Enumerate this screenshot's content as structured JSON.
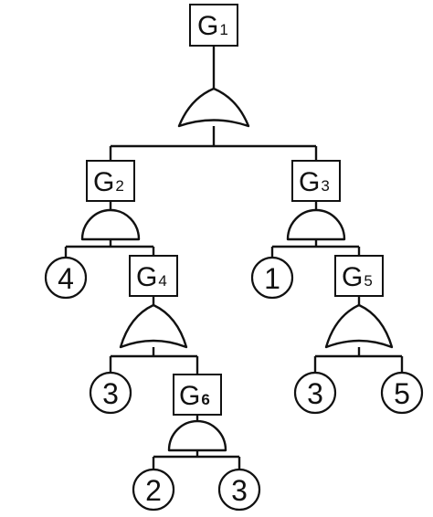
{
  "gates": {
    "g1": {
      "letter": "G",
      "index": "1",
      "type": "OR"
    },
    "g2": {
      "letter": "G",
      "index": "2",
      "type": "AND"
    },
    "g3": {
      "letter": "G",
      "index": "3",
      "type": "AND"
    },
    "g4": {
      "letter": "G",
      "index": "4",
      "type": "OR"
    },
    "g5": {
      "letter": "G",
      "index": "5",
      "type": "OR"
    },
    "g6": {
      "letter": "G",
      "index": "6",
      "type": "AND"
    }
  },
  "events": {
    "e_g2_left": "4",
    "e_g3_left": "1",
    "e_g4_left": "3",
    "e_g5_left": "3",
    "e_g5_right": "5",
    "e_g6_left": "2",
    "e_g6_right": "3"
  }
}
